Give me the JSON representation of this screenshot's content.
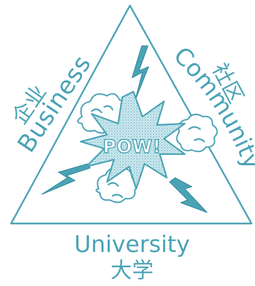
{
  "labels": {
    "business_en": "Business",
    "business_zh": "企业",
    "community_en": "Community",
    "community_zh": "社区",
    "university_en": "University",
    "university_zh": "大学",
    "center": "POW!"
  },
  "colors": {
    "primary": "#4aa3b5",
    "dark": "#2f8798",
    "background": "#ffffff"
  },
  "icons": [
    "lightning-bolt-icon",
    "cloud-puff-icon",
    "explosion-burst-icon"
  ]
}
